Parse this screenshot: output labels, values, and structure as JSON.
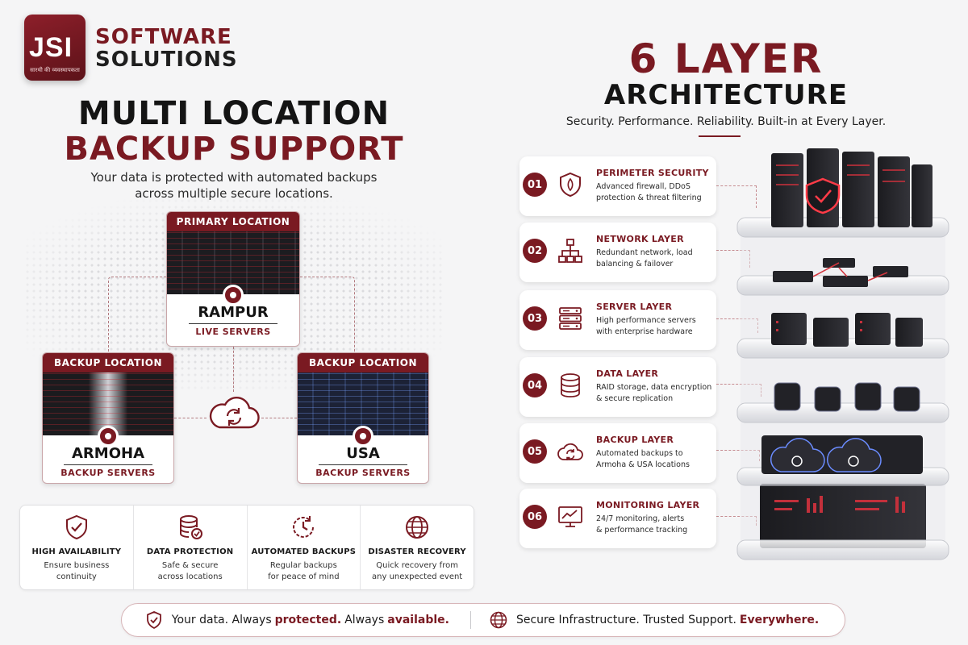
{
  "logo": {
    "mark": "JSI",
    "tagline": "सारथी की व्यवस्थापकता",
    "line1": "SOFTWARE",
    "line2": "SOLUTIONS"
  },
  "left": {
    "title1": "MULTI LOCATION",
    "title2": "BACKUP SUPPORT",
    "subtitle1": "Your data is protected with automated backups",
    "subtitle2": "across multiple secure locations.",
    "locations": [
      {
        "header": "PRIMARY LOCATION",
        "name": "RAMPUR",
        "role": "LIVE SERVERS"
      },
      {
        "header": "BACKUP LOCATION",
        "name": "ARMOHA",
        "role": "BACKUP SERVERS"
      },
      {
        "header": "BACKUP LOCATION",
        "name": "USA",
        "role": "BACKUP SERVERS"
      }
    ],
    "features": [
      {
        "icon": "shield-check-icon",
        "title": "HIGH AVAILABILITY",
        "desc1": "Ensure business",
        "desc2": "continuity"
      },
      {
        "icon": "database-check-icon",
        "title": "DATA PROTECTION",
        "desc1": "Safe & secure",
        "desc2": "across locations"
      },
      {
        "icon": "clock-refresh-icon",
        "title": "AUTOMATED BACKUPS",
        "desc1": "Regular backups",
        "desc2": "for peace of mind"
      },
      {
        "icon": "globe-icon",
        "title": "DISASTER RECOVERY",
        "desc1": "Quick recovery from",
        "desc2": "any unexpected event"
      }
    ]
  },
  "right": {
    "title1": "6 LAYER",
    "title2": "ARCHITECTURE",
    "tagline": "Security. Performance. Reliability. Built-in at Every Layer.",
    "layers": [
      {
        "num": "01",
        "icon": "shield-icon",
        "title": "PERIMETER SECURITY",
        "desc1": "Advanced firewall, DDoS",
        "desc2": "protection & threat filtering"
      },
      {
        "num": "02",
        "icon": "network-icon",
        "title": "NETWORK LAYER",
        "desc1": "Redundant network, load",
        "desc2": "balancing & failover"
      },
      {
        "num": "03",
        "icon": "server-icon",
        "title": "SERVER LAYER",
        "desc1": "High performance servers",
        "desc2": "with enterprise hardware"
      },
      {
        "num": "04",
        "icon": "database-icon",
        "title": "DATA LAYER",
        "desc1": "RAID storage, data encryption",
        "desc2": "& secure replication"
      },
      {
        "num": "05",
        "icon": "cloud-sync-icon",
        "title": "BACKUP LAYER",
        "desc1": "Automated backups to",
        "desc2": "Armoha & USA locations"
      },
      {
        "num": "06",
        "icon": "monitor-chart-icon",
        "title": "MONITORING LAYER",
        "desc1": "24/7 monitoring, alerts",
        "desc2": "& performance tracking"
      }
    ]
  },
  "footer": {
    "a1": "Your data. Always",
    "a2": "protected.",
    "a3": "Always",
    "a4": "available.",
    "b1": "Secure Infrastructure. Trusted Support.",
    "b2": "Everywhere."
  },
  "colors": {
    "accent": "#7a1a22",
    "background": "#f5f5f6"
  }
}
